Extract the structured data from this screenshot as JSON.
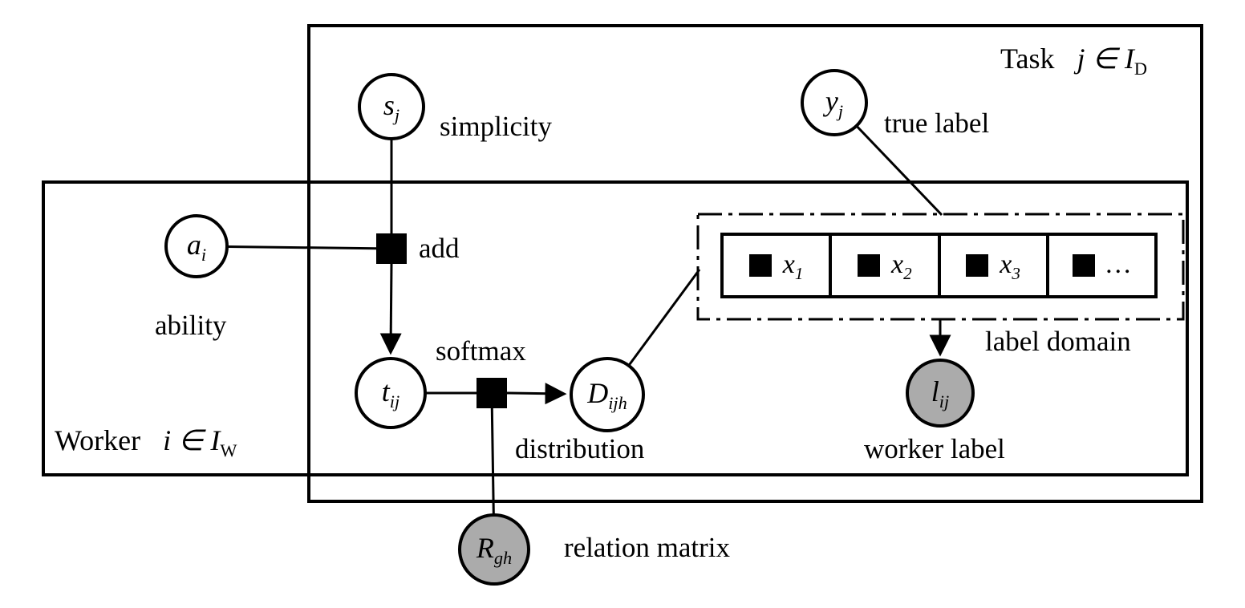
{
  "diagram": {
    "plates": {
      "task": {
        "prefix": "Task",
        "variable": "j ∈ I",
        "subscript": "D"
      },
      "worker": {
        "prefix": "Worker",
        "variable": "i ∈ I",
        "subscript": "W"
      }
    },
    "nodes": {
      "simplicity": {
        "symbol": "s",
        "subscript": "j",
        "caption": "simplicity"
      },
      "true_label": {
        "symbol": "y",
        "subscript": "j",
        "caption": "true label"
      },
      "ability": {
        "symbol": "a",
        "subscript": "i",
        "caption": "ability"
      },
      "combined": {
        "symbol": "t",
        "subscript": "ij",
        "caption": ""
      },
      "distribution": {
        "symbol": "D",
        "subscript": "ijh",
        "caption": "distribution"
      },
      "worker_label": {
        "symbol": "l",
        "subscript": "ij",
        "caption": "worker label"
      },
      "relation_matrix": {
        "symbol": "R",
        "subscript": "gh",
        "caption": "relation matrix"
      }
    },
    "factors": {
      "add": {
        "label": "add"
      },
      "softmax": {
        "label": "softmax"
      }
    },
    "label_domain": {
      "caption": "label domain",
      "items": [
        {
          "symbol": "x",
          "subscript": "1"
        },
        {
          "symbol": "x",
          "subscript": "2"
        },
        {
          "symbol": "x",
          "subscript": "3"
        },
        {
          "symbol": "…",
          "subscript": ""
        }
      ]
    },
    "colors": {
      "observed_fill": "#ababab",
      "latent_fill": "#ffffff",
      "stroke": "#000000"
    }
  }
}
